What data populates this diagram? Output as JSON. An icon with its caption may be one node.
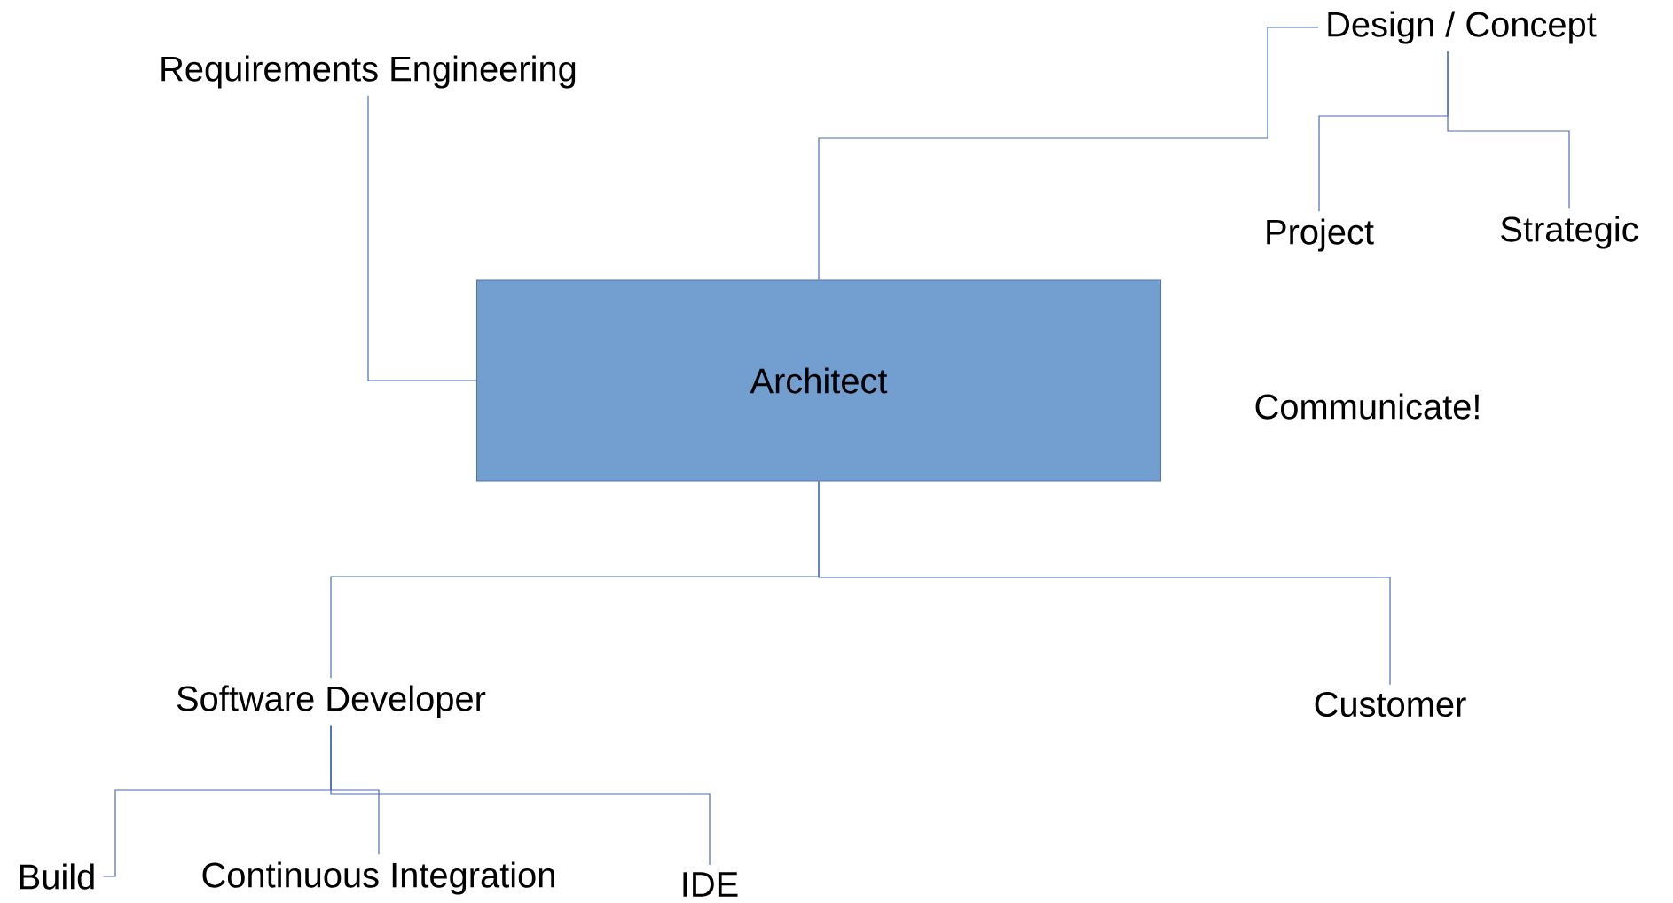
{
  "diagram": {
    "nodes": [
      {
        "text": [
          "Requirements Engineering"
        ]
      },
      {
        "text": [
          "Design / Concept"
        ]
      },
      {
        "text": [
          "Project"
        ]
      },
      {
        "text": [
          "Strategic"
        ]
      },
      {
        "text": [
          "Architect"
        ]
      },
      {
        "text": [
          "Software Developer"
        ]
      },
      {
        "text": [
          "Customer"
        ]
      },
      {
        "text": [
          "Build"
        ]
      },
      {
        "text": [
          "Continuous Integration"
        ]
      },
      {
        "text": [
          "IDE"
        ]
      }
    ],
    "edges": [
      {
        "from": 4,
        "to": 0,
        "arrow": "none"
      },
      {
        "from": 4,
        "to": 1,
        "arrow": "none"
      },
      {
        "from": 1,
        "to": 2,
        "arrow": "none"
      },
      {
        "from": 1,
        "to": 3,
        "arrow": "none"
      },
      {
        "from": 4,
        "to": 5,
        "arrow": "none"
      },
      {
        "from": 4,
        "to": 6,
        "arrow": "none"
      },
      {
        "from": 5,
        "to": 7,
        "arrow": "none"
      },
      {
        "from": 5,
        "to": 8,
        "arrow": "none"
      },
      {
        "from": 5,
        "to": 9,
        "arrow": "none"
      }
    ],
    "labels": [
      "Communicate!"
    ]
  }
}
